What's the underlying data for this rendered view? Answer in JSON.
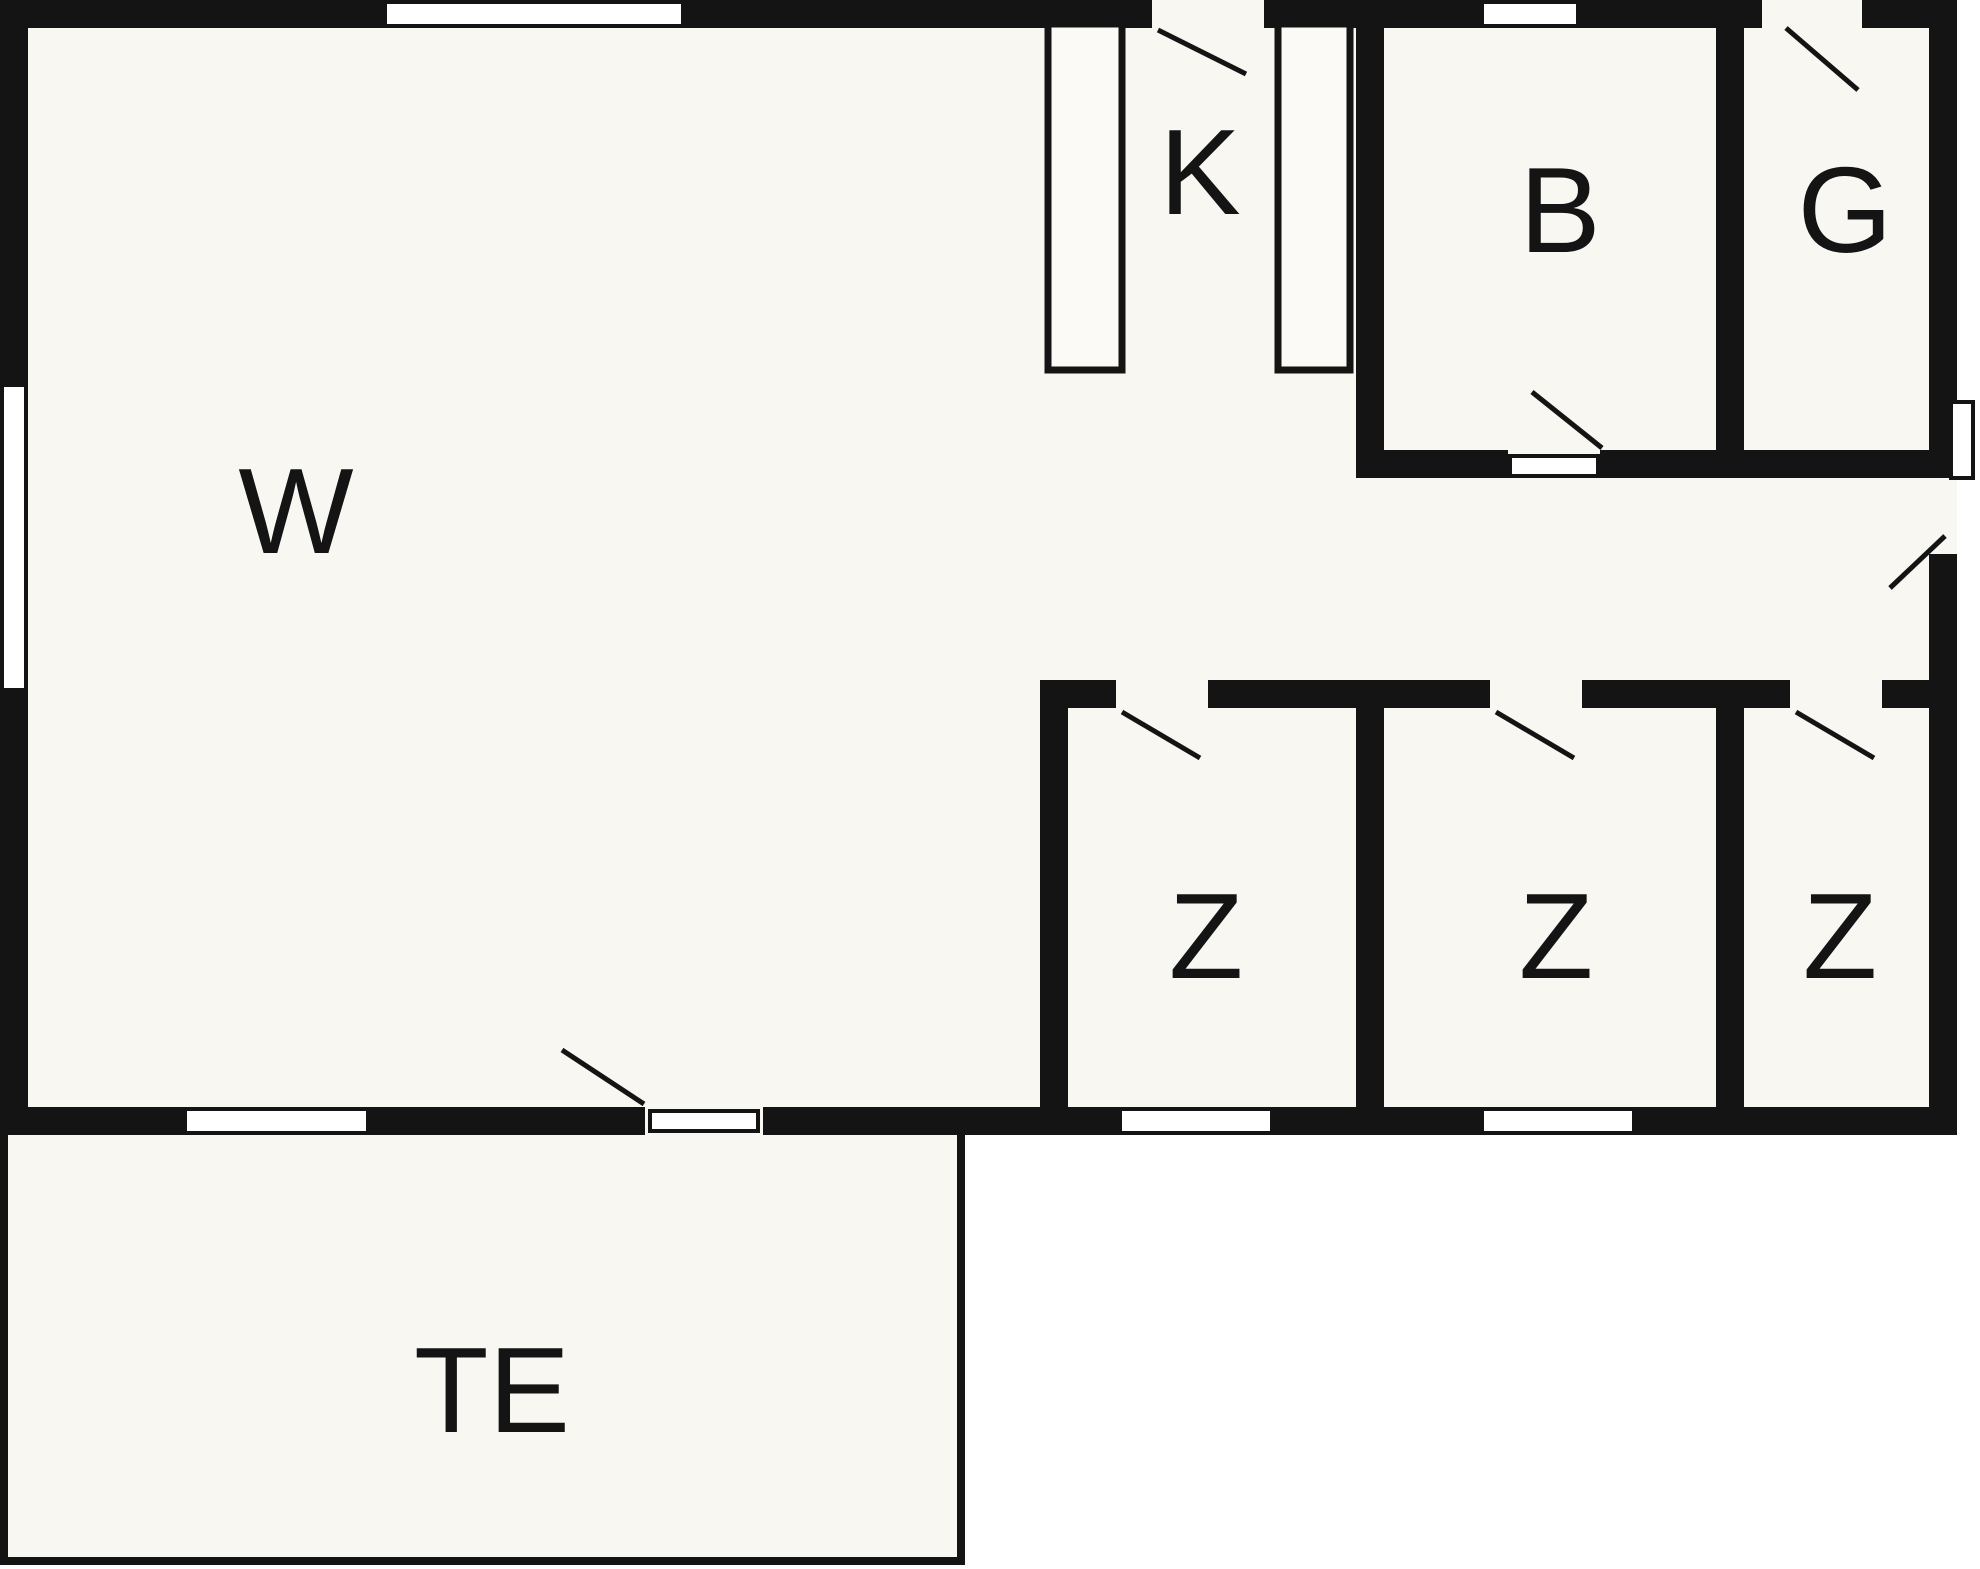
{
  "floorplan": {
    "rooms": [
      {
        "id": "living-area",
        "label": "W"
      },
      {
        "id": "kitchen",
        "label": "K"
      },
      {
        "id": "bathroom",
        "label": "B"
      },
      {
        "id": "room-g",
        "label": "G"
      },
      {
        "id": "bedroom-1",
        "label": "Z"
      },
      {
        "id": "bedroom-2",
        "label": "Z"
      },
      {
        "id": "bedroom-3",
        "label": "Z"
      },
      {
        "id": "terrace",
        "label": "TE"
      }
    ],
    "colors": {
      "wall": "#141414",
      "floor": "#f8f7f2",
      "background": "#ffffff",
      "window_fill": "#ffffff",
      "label_text": "#141414"
    }
  }
}
